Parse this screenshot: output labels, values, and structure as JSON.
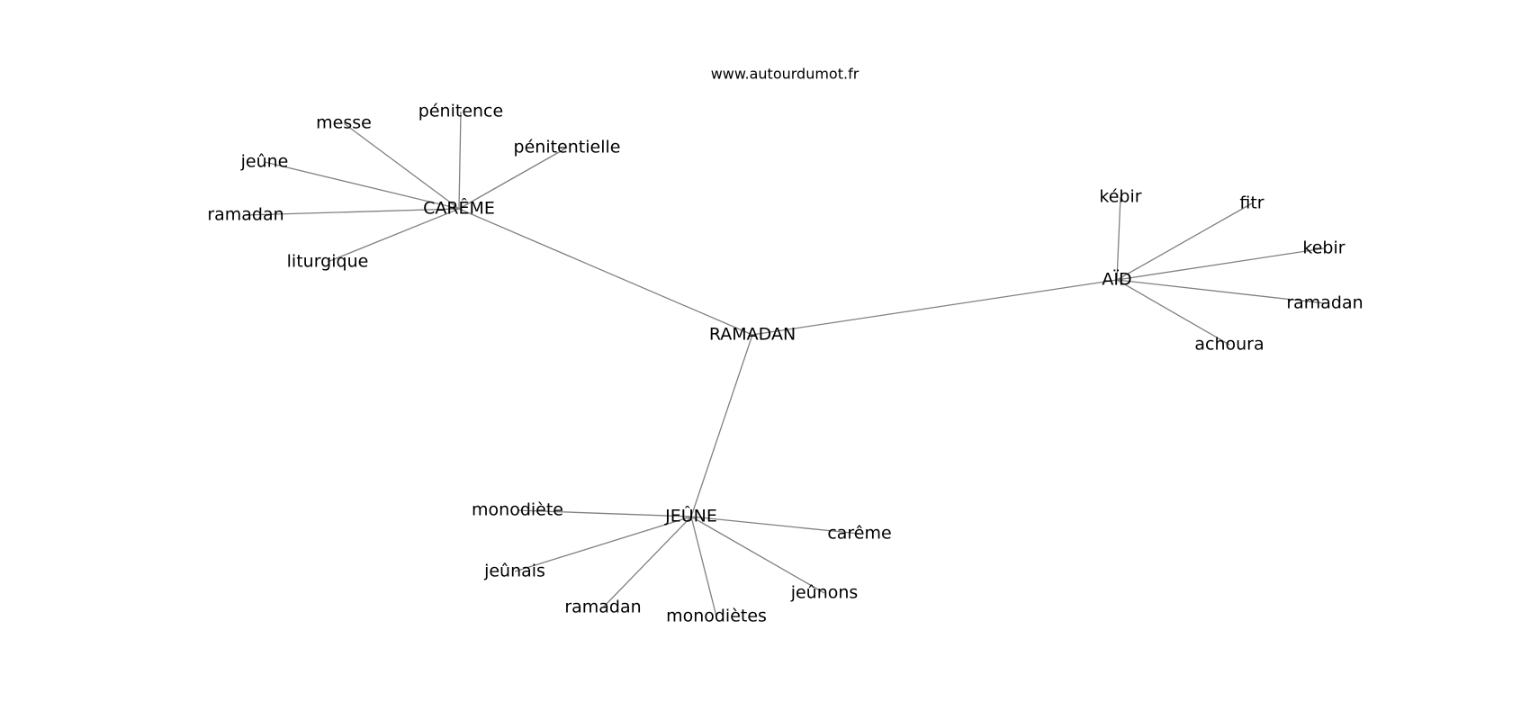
{
  "source_label": "www.autourdumot.fr",
  "graph": {
    "nodes": [
      {
        "id": "ramadan_center",
        "label": "RAMADAN"
      },
      {
        "id": "careme",
        "label": "CARÊME"
      },
      {
        "id": "aid",
        "label": "AÏD"
      },
      {
        "id": "jeune_hub",
        "label": "JEÛNE"
      },
      {
        "id": "penitence",
        "label": "pénitence"
      },
      {
        "id": "messe",
        "label": "messe"
      },
      {
        "id": "penitentielle",
        "label": "pénitentielle"
      },
      {
        "id": "jeune_leaf",
        "label": "jeûne"
      },
      {
        "id": "ramadan_c",
        "label": "ramadan"
      },
      {
        "id": "liturgique",
        "label": "liturgique"
      },
      {
        "id": "kebir_accent",
        "label": "kébir"
      },
      {
        "id": "fitr",
        "label": "fitr"
      },
      {
        "id": "kebir",
        "label": "kebir"
      },
      {
        "id": "ramadan_a",
        "label": "ramadan"
      },
      {
        "id": "achoura",
        "label": "achoura"
      },
      {
        "id": "monodiete",
        "label": "monodiète"
      },
      {
        "id": "careme_leaf",
        "label": "carême"
      },
      {
        "id": "jeunais",
        "label": "jeûnais"
      },
      {
        "id": "jeunons",
        "label": "jeûnons"
      },
      {
        "id": "ramadan_j",
        "label": "ramadan"
      },
      {
        "id": "monodietes",
        "label": "monodiètes"
      }
    ],
    "edges": [
      [
        "ramadan_center",
        "careme"
      ],
      [
        "ramadan_center",
        "aid"
      ],
      [
        "ramadan_center",
        "jeune_hub"
      ],
      [
        "careme",
        "penitence"
      ],
      [
        "careme",
        "messe"
      ],
      [
        "careme",
        "penitentielle"
      ],
      [
        "careme",
        "jeune_leaf"
      ],
      [
        "careme",
        "ramadan_c"
      ],
      [
        "careme",
        "liturgique"
      ],
      [
        "aid",
        "kebir_accent"
      ],
      [
        "aid",
        "fitr"
      ],
      [
        "aid",
        "kebir"
      ],
      [
        "aid",
        "ramadan_a"
      ],
      [
        "aid",
        "achoura"
      ],
      [
        "jeune_hub",
        "monodiete"
      ],
      [
        "jeune_hub",
        "careme_leaf"
      ],
      [
        "jeune_hub",
        "jeunais"
      ],
      [
        "jeune_hub",
        "jeunons"
      ],
      [
        "jeune_hub",
        "ramadan_j"
      ],
      [
        "jeune_hub",
        "monodietes"
      ]
    ]
  }
}
